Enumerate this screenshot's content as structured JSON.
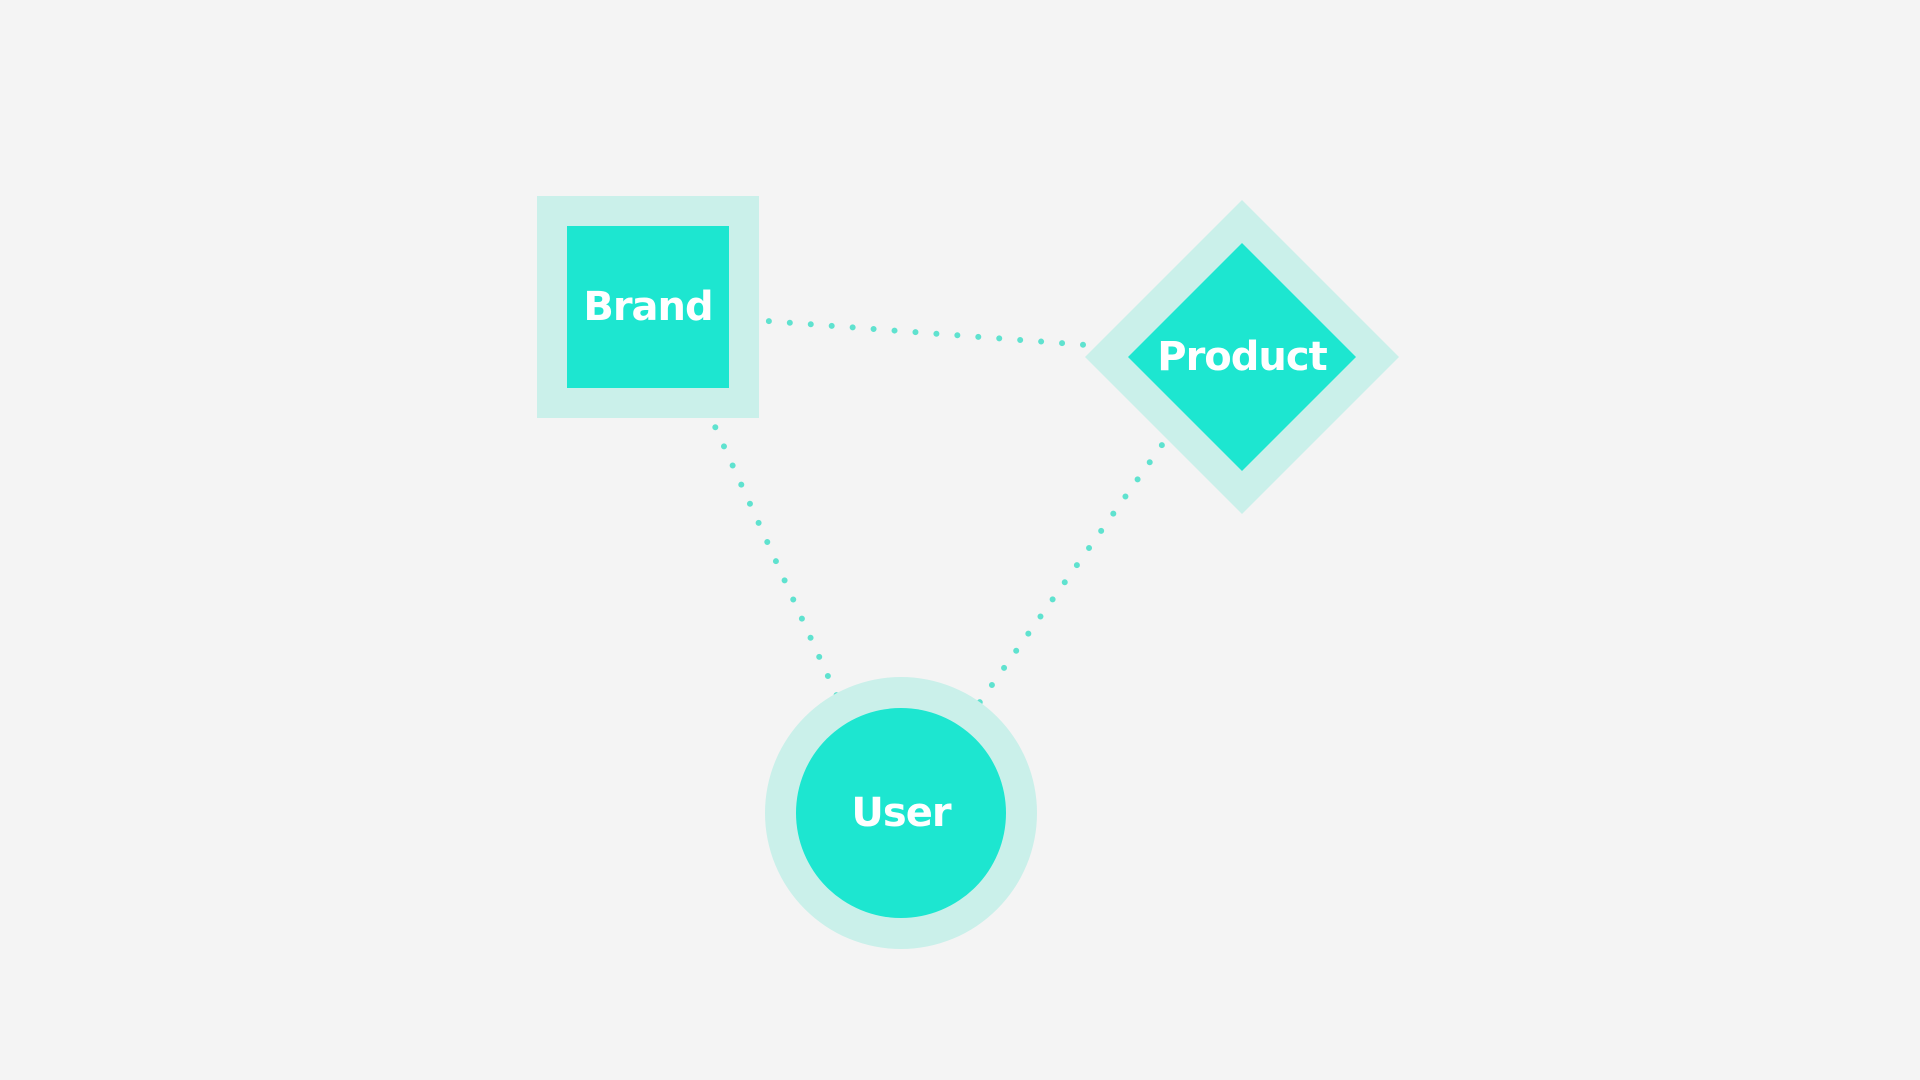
{
  "colors": {
    "background": "#f4f4f4",
    "node_fill": "#1de6d0",
    "node_halo": "#caf0ea",
    "connector": "#5fe2cf",
    "label": "#ffffff"
  },
  "nodes": {
    "brand": {
      "label": "Brand",
      "shape": "square"
    },
    "product": {
      "label": "Product",
      "shape": "diamond"
    },
    "user": {
      "label": "User",
      "shape": "circle"
    }
  },
  "connectors": [
    {
      "from": "brand",
      "to": "product",
      "style": "dotted"
    },
    {
      "from": "brand",
      "to": "user",
      "style": "dotted"
    },
    {
      "from": "product",
      "to": "user",
      "style": "dotted"
    }
  ]
}
